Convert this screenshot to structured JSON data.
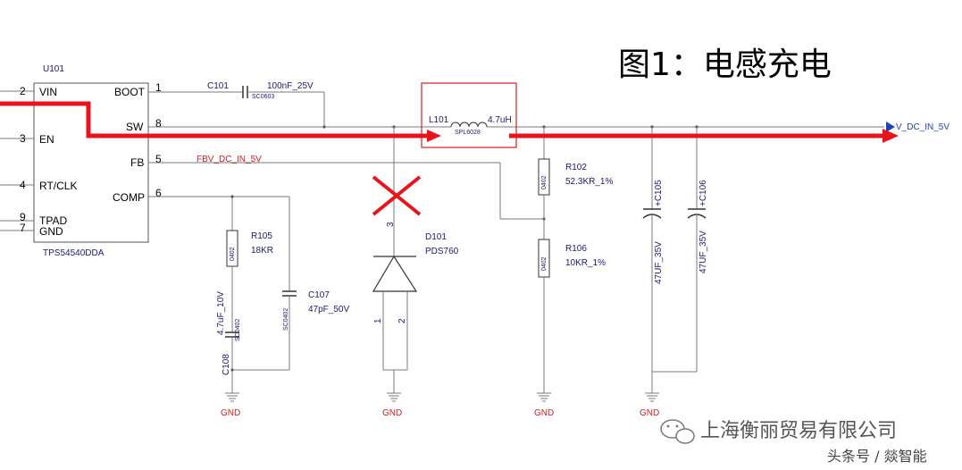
{
  "title": "图1：电感充电",
  "ic": {
    "ref": "U101",
    "part": "TPS54540DDA",
    "left_pins": [
      {
        "num": "2",
        "name": "VIN"
      },
      {
        "num": "3",
        "name": "EN"
      },
      {
        "num": "4",
        "name": "RT/CLK"
      },
      {
        "num": "9",
        "name": "TPAD"
      },
      {
        "num": "7",
        "name": "GND"
      }
    ],
    "right_pins": [
      {
        "num": "1",
        "name": "BOOT"
      },
      {
        "num": "8",
        "name": "SW"
      },
      {
        "num": "5",
        "name": "FB"
      },
      {
        "num": "6",
        "name": "COMP"
      }
    ]
  },
  "nets": {
    "fb": "FBV_DC_IN_5V",
    "output": "V_DC_IN_5V",
    "gnd": "GND"
  },
  "components": {
    "c101": {
      "ref": "C101",
      "value": "100nF_25V",
      "pkg": "SC0603"
    },
    "l101": {
      "ref": "L101",
      "value": "4.7uH",
      "pkg": "SPL6028"
    },
    "r102": {
      "ref": "R102",
      "value": "52.3KR_1%",
      "pkg": "0402"
    },
    "r106": {
      "ref": "R106",
      "value": "10KR_1%",
      "pkg": "0402"
    },
    "r105": {
      "ref": "R105",
      "value": "18KR",
      "pkg": "0402"
    },
    "c107": {
      "ref": "C107",
      "value": "47pF_50V",
      "pkg": "SC0402"
    },
    "c108": {
      "ref": "C108",
      "value": "4.7uF_10V",
      "pkg": "SC0402"
    },
    "d101": {
      "ref": "D101",
      "value": "PDS760",
      "pin_cathode": "3",
      "pin_a1": "1",
      "pin_a2": "2"
    },
    "c105": {
      "ref": "+C105",
      "value": "47UF_35V"
    },
    "c106": {
      "ref": "+C106",
      "value": "47UF_35V"
    }
  },
  "watermark": {
    "company": "上海衡丽贸易有限公司",
    "source": "头条号 / 燚智能"
  },
  "colors": {
    "current_path": "#e8141c",
    "wire": "#7a7a7a",
    "net_label": "#d02020",
    "output_arrow": "#1f3fbf"
  }
}
